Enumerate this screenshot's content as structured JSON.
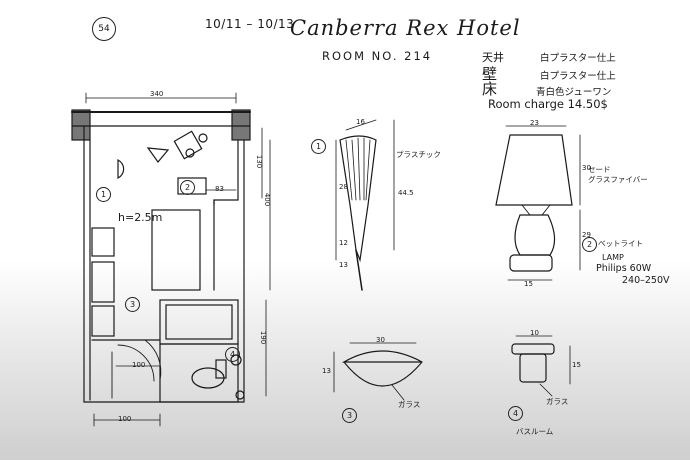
{
  "header": {
    "page_number": "54",
    "dates": "10/11 – 10/13",
    "hotel_name": "Canberra Rex Hotel",
    "room_number": "ROOM NO. 214"
  },
  "finishes": [
    {
      "label": "天井",
      "value": "白プラスター仕上"
    },
    {
      "label": "壁",
      "value": "白プラスター仕上"
    },
    {
      "label": "床",
      "value": "青白色ジューワン"
    }
  ],
  "room_charge": "Room charge 14.50$",
  "floor_plan": {
    "width_dim": "340",
    "ceiling_height": "h=2.5m",
    "dims": {
      "right_130": "130",
      "right_400": "400",
      "right_190": "190",
      "bottom_100": "100",
      "bath_100": "100",
      "desk_83": "83"
    },
    "markers": [
      "1",
      "2",
      "3",
      "4"
    ]
  },
  "fixtures": {
    "wall_light": {
      "marker": "1",
      "note": "プラスチック",
      "dims": {
        "top": "16",
        "length": "44.5",
        "a": "12",
        "b": "13",
        "c": "28"
      }
    },
    "bed_light": {
      "marker": "2",
      "label": "ベットライト",
      "shade_note": "セード\nグラスファイバー",
      "lamp_spec": "LAMP",
      "bulb": "Philips 60W",
      "voltage": "240–250V",
      "dims": {
        "top": "23",
        "shade_h": "30",
        "base_h": "29",
        "base_w": "15"
      }
    },
    "ceiling_light": {
      "marker": "3",
      "material": "ガラス",
      "dims": {
        "w": "30",
        "h": "13"
      }
    },
    "bath_light": {
      "marker": "4",
      "material": "ガラス",
      "label": "バスルーム",
      "dims": {
        "w": "10",
        "h": "15"
      }
    }
  }
}
